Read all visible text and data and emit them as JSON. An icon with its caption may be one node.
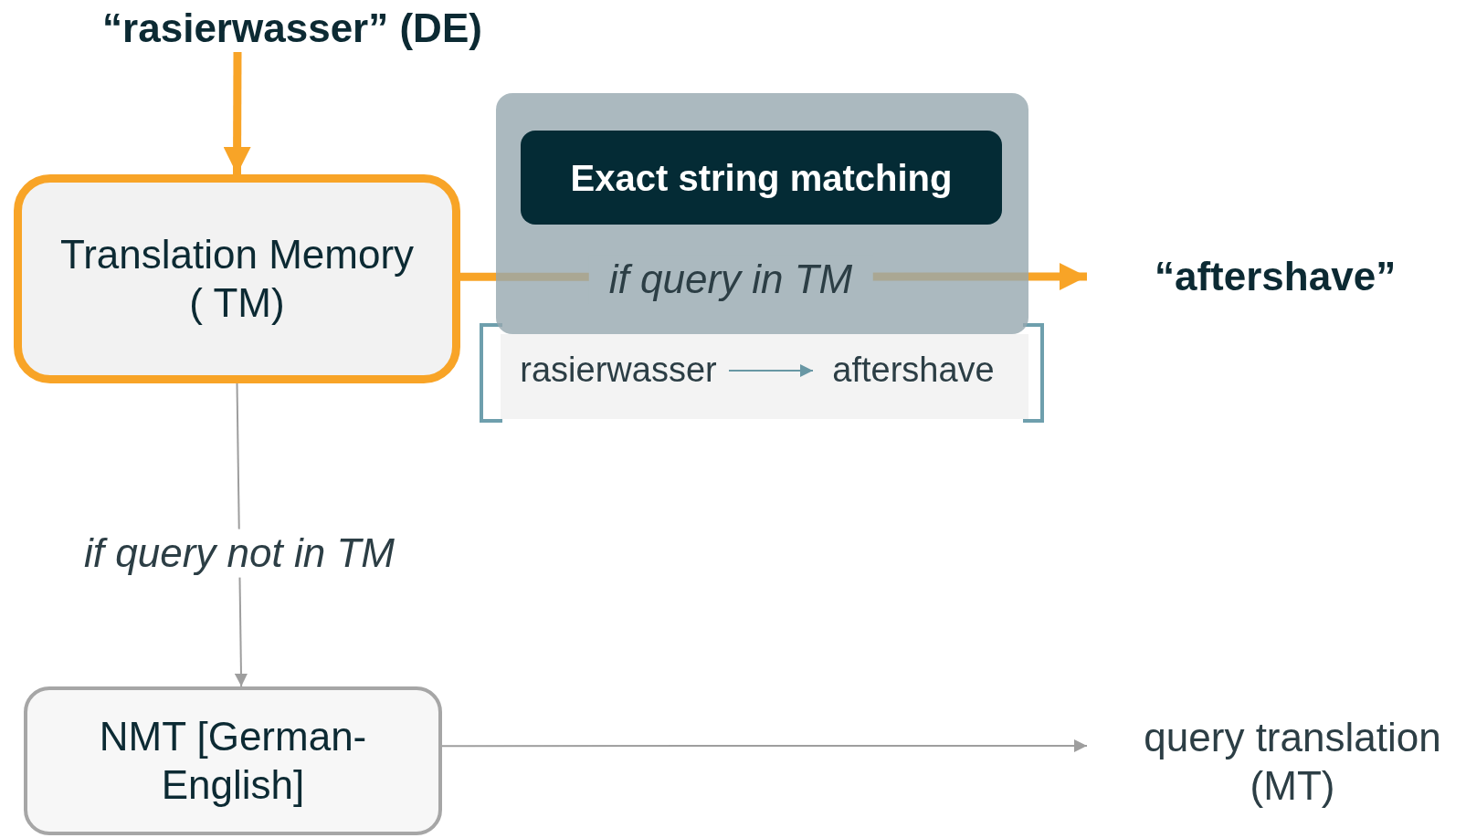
{
  "diagram": {
    "nodes": [
      {
        "text": [
          "“rasierwasser” (DE)"
        ]
      },
      {
        "text": [
          "Translation Memory ( TM)"
        ]
      },
      {
        "text": [],
        "shape": "box"
      },
      {
        "text": [
          "Exact string matching"
        ],
        "in": 2
      },
      {
        "text": [],
        "shape": "box"
      },
      {
        "text": [
          "rasierwasser"
        ],
        "in": 4
      },
      {
        "text": [
          "aftershave"
        ],
        "in": 4
      },
      {
        "text": [
          "“aftershave”"
        ]
      },
      {
        "text": [
          "NMT [German-English]"
        ]
      },
      {
        "text": [
          "query translation (MT)"
        ]
      }
    ],
    "edges": [
      {
        "from": 0,
        "to": 1,
        "arrow": "to",
        "style": "thick",
        "color": "#f8a427"
      },
      {
        "from": 1,
        "to": 7,
        "arrow": "to",
        "style": "thick",
        "color": "#f8a427",
        "label": "if query in TM"
      },
      {
        "from": 1,
        "to": 8,
        "arrow": "to",
        "color": "#9e9e9e",
        "label": "if query not in TM"
      },
      {
        "from": 8,
        "to": 9,
        "arrow": "to",
        "color": "#9e9e9e"
      },
      {
        "from": 5,
        "to": 6,
        "arrow": "to",
        "color": "#6e9fad"
      }
    ]
  }
}
